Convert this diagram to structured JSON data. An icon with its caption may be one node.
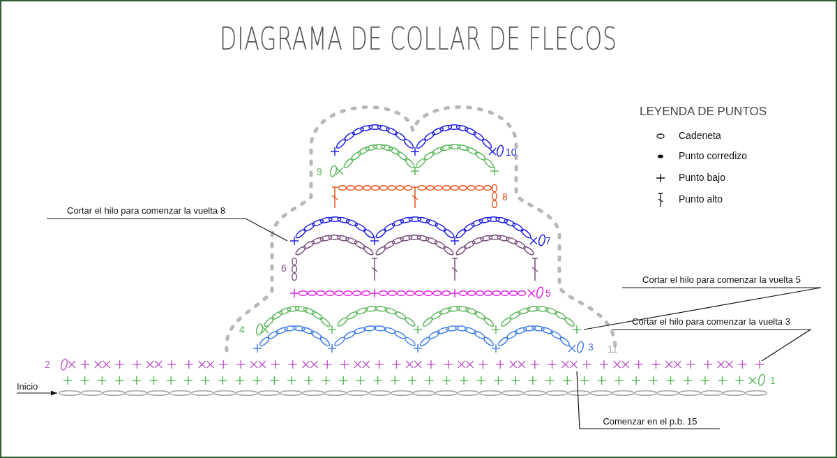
{
  "diagram": {
    "title": "DIAGRAMA DE COLLAR DE FLECOS",
    "nodes": [
      {
        "text": [
          "Cortar el hilo para comenzar la vuelta 8"
        ]
      },
      {
        "text": [
          "Cortar el hilo para comenzar la vuelta 5"
        ]
      },
      {
        "text": [
          "Cortar el hilo para comenzar la vuelta 3"
        ]
      },
      {
        "text": [
          "Inicio"
        ]
      },
      {
        "text": [
          "Comenzar en el p.b. 15"
        ]
      }
    ],
    "edges": [
      {
        "from": 0,
        "to": null,
        "arrow": "none"
      },
      {
        "from": 1,
        "to": null,
        "arrow": "none"
      },
      {
        "from": 2,
        "to": null,
        "arrow": "none"
      },
      {
        "from": 3,
        "to": null,
        "arrow": "to"
      },
      {
        "from": 4,
        "to": null,
        "arrow": "none"
      }
    ],
    "labels": [
      "LEYENDA DE PUNTOS",
      "10",
      "9",
      "8",
      "7",
      "6",
      "5",
      "4",
      "3",
      "11",
      "2",
      "1"
    ],
    "legend": [
      {
        "text": "Cadeneta"
      },
      {
        "text": "Punto corredizo"
      },
      {
        "text": "Punto bajo"
      },
      {
        "text": "Punto alto"
      }
    ]
  }
}
